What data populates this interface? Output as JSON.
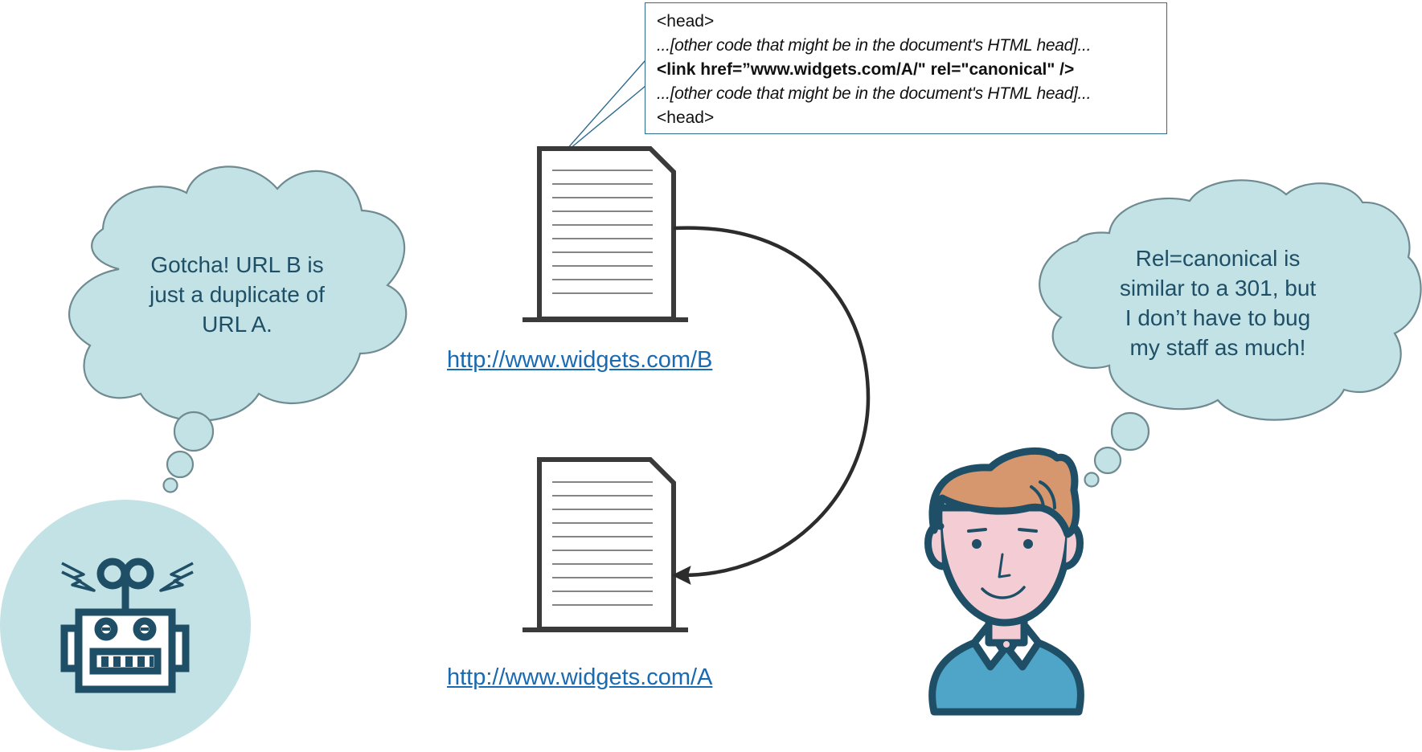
{
  "code_box": {
    "line1": "<head>",
    "line2": "...[other code that might be in the document's HTML head]...",
    "line3": "<link href=”www.widgets.com/A/\" rel=\"canonical\" />",
    "line4": "...[other code that might be in the document's HTML head]...",
    "line5": "<head>"
  },
  "documents": {
    "b_url": "http://www.widgets.com/B",
    "a_url": "http://www.widgets.com/A"
  },
  "robot_bubble": {
    "line1": "Gotcha! URL B is",
    "line2": "just a duplicate of",
    "line3": "URL A."
  },
  "person_bubble": {
    "line1": "Rel=canonical is",
    "line2": "similar to a 301, but",
    "line3": "I don’t have to bug",
    "line4": "my staff as much!"
  },
  "colors": {
    "cloud_fill": "#c3e2e5",
    "cloud_stroke": "#6f8b91",
    "robot_circle": "#c3e2e5",
    "navy": "#1f4f66",
    "link": "#1a6ab1",
    "box_border": "#2e6c8e",
    "hair": "#d6966e",
    "skin": "#f4cdd4",
    "shirt": "#4ea5c8"
  }
}
